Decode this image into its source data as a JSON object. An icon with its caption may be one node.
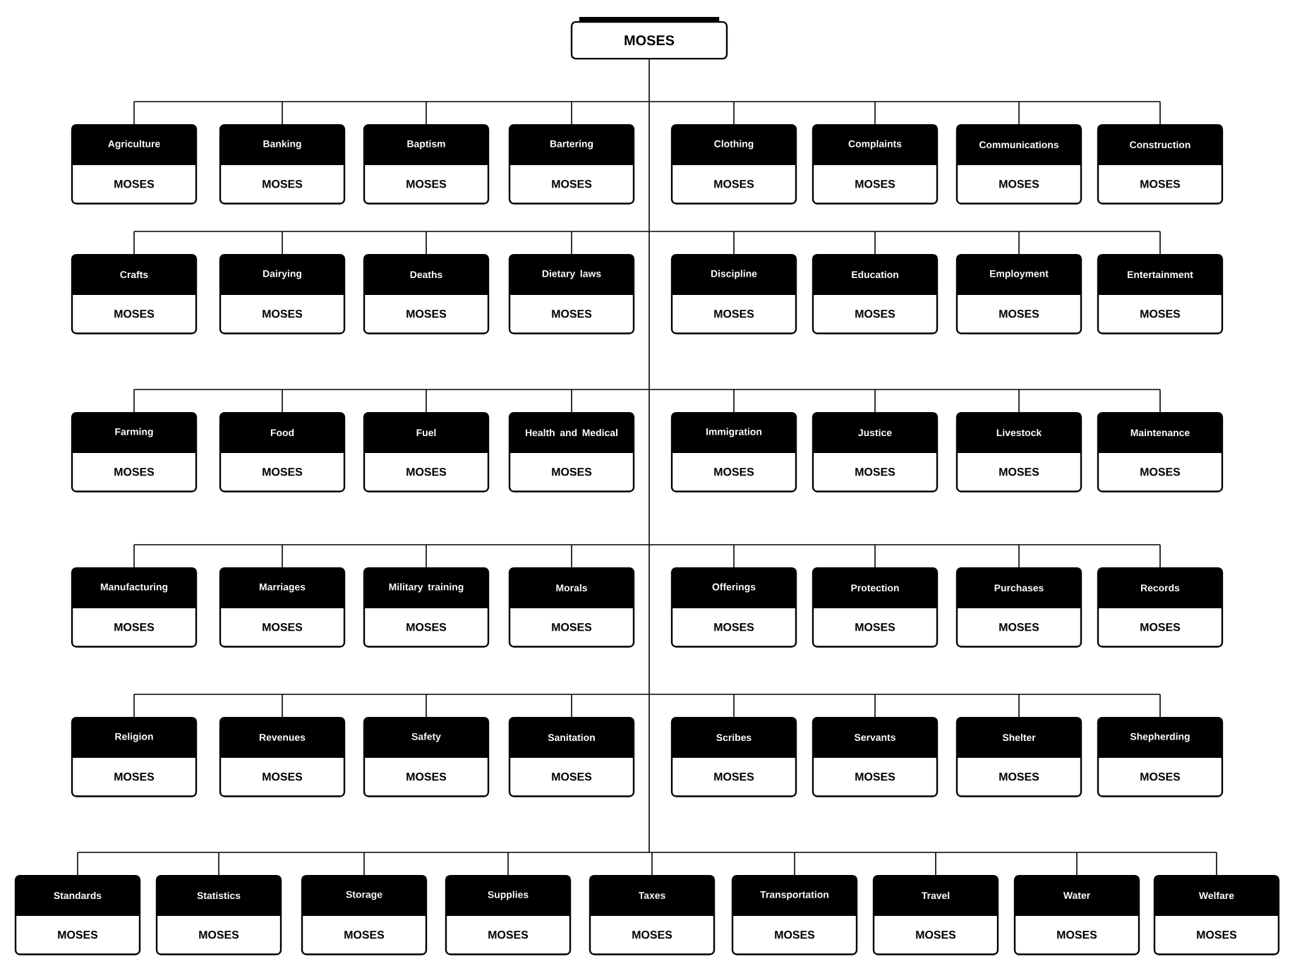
{
  "diagram": {
    "nodes": [
      {
        "text": [
          "MOSES"
        ]
      },
      {
        "text": [
          "Agriculture",
          "MOSES"
        ]
      },
      {
        "text": [
          "Banking",
          "MOSES"
        ]
      },
      {
        "text": [
          "Baptism",
          "MOSES"
        ]
      },
      {
        "text": [
          "Bartering",
          "MOSES"
        ]
      },
      {
        "text": [
          "Clothing",
          "MOSES"
        ]
      },
      {
        "text": [
          "Complaints",
          "MOSES"
        ]
      },
      {
        "text": [
          "Communications",
          "MOSES"
        ]
      },
      {
        "text": [
          "Construction",
          "MOSES"
        ]
      },
      {
        "text": [
          "Crafts",
          "MOSES"
        ]
      },
      {
        "text": [
          "Dairying",
          "MOSES"
        ]
      },
      {
        "text": [
          "Deaths",
          "MOSES"
        ]
      },
      {
        "text": [
          "Dietary laws",
          "MOSES"
        ]
      },
      {
        "text": [
          "Discipline",
          "MOSES"
        ]
      },
      {
        "text": [
          "Education",
          "MOSES"
        ]
      },
      {
        "text": [
          "Employment",
          "MOSES"
        ]
      },
      {
        "text": [
          "Entertainment",
          "MOSES"
        ]
      },
      {
        "text": [
          "Farming",
          "MOSES"
        ]
      },
      {
        "text": [
          "Food",
          "MOSES"
        ]
      },
      {
        "text": [
          "Fuel",
          "MOSES"
        ]
      },
      {
        "text": [
          "Health and Medical",
          "MOSES"
        ]
      },
      {
        "text": [
          "Immigration",
          "MOSES"
        ]
      },
      {
        "text": [
          "Justice",
          "MOSES"
        ]
      },
      {
        "text": [
          "Livestock",
          "MOSES"
        ]
      },
      {
        "text": [
          "Maintenance",
          "MOSES"
        ]
      },
      {
        "text": [
          "Manufacturing",
          "MOSES"
        ]
      },
      {
        "text": [
          "Marriages",
          "MOSES"
        ]
      },
      {
        "text": [
          "Military training",
          "MOSES"
        ]
      },
      {
        "text": [
          "Morals",
          "MOSES"
        ]
      },
      {
        "text": [
          "Offerings",
          "MOSES"
        ]
      },
      {
        "text": [
          "Protection",
          "MOSES"
        ]
      },
      {
        "text": [
          "Purchases",
          "MOSES"
        ]
      },
      {
        "text": [
          "Records",
          "MOSES"
        ]
      },
      {
        "text": [
          "Religion",
          "MOSES"
        ]
      },
      {
        "text": [
          "Revenues",
          "MOSES"
        ]
      },
      {
        "text": [
          "Safety",
          "MOSES"
        ]
      },
      {
        "text": [
          "Sanitation",
          "MOSES"
        ]
      },
      {
        "text": [
          "Scribes",
          "MOSES"
        ]
      },
      {
        "text": [
          "Servants",
          "MOSES"
        ]
      },
      {
        "text": [
          "Shelter",
          "MOSES"
        ]
      },
      {
        "text": [
          "Shepherding",
          "MOSES"
        ]
      },
      {
        "text": [
          "Standards",
          "MOSES"
        ]
      },
      {
        "text": [
          "Statistics",
          "MOSES"
        ]
      },
      {
        "text": [
          "Storage",
          "MOSES"
        ]
      },
      {
        "text": [
          "Supplies",
          "MOSES"
        ]
      },
      {
        "text": [
          "Taxes",
          "MOSES"
        ]
      },
      {
        "text": [
          "Transportation",
          "MOSES"
        ]
      },
      {
        "text": [
          "Travel",
          "MOSES"
        ]
      },
      {
        "text": [
          "Water",
          "MOSES"
        ]
      },
      {
        "text": [
          "Welfare",
          "MOSES"
        ]
      }
    ],
    "edges": [
      {
        "from": 0,
        "to": 1,
        "arrow": "none"
      },
      {
        "from": 0,
        "to": 2,
        "arrow": "none"
      },
      {
        "from": 0,
        "to": 3,
        "arrow": "none"
      },
      {
        "from": 0,
        "to": 4,
        "arrow": "none"
      },
      {
        "from": 0,
        "to": 5,
        "arrow": "none"
      },
      {
        "from": 0,
        "to": 6,
        "arrow": "none"
      },
      {
        "from": 0,
        "to": 7,
        "arrow": "none"
      },
      {
        "from": 0,
        "to": 8,
        "arrow": "none"
      },
      {
        "from": 0,
        "to": 9,
        "arrow": "none"
      },
      {
        "from": 0,
        "to": 10,
        "arrow": "none"
      },
      {
        "from": 0,
        "to": 11,
        "arrow": "none"
      },
      {
        "from": 0,
        "to": 12,
        "arrow": "none"
      },
      {
        "from": 0,
        "to": 13,
        "arrow": "none"
      },
      {
        "from": 0,
        "to": 14,
        "arrow": "none"
      },
      {
        "from": 0,
        "to": 15,
        "arrow": "none"
      },
      {
        "from": 0,
        "to": 16,
        "arrow": "none"
      },
      {
        "from": 0,
        "to": 17,
        "arrow": "none"
      },
      {
        "from": 0,
        "to": 18,
        "arrow": "none"
      },
      {
        "from": 0,
        "to": 19,
        "arrow": "none"
      },
      {
        "from": 0,
        "to": 20,
        "arrow": "none"
      },
      {
        "from": 0,
        "to": 21,
        "arrow": "none"
      },
      {
        "from": 0,
        "to": 22,
        "arrow": "none"
      },
      {
        "from": 0,
        "to": 23,
        "arrow": "none"
      },
      {
        "from": 0,
        "to": 24,
        "arrow": "none"
      },
      {
        "from": 0,
        "to": 25,
        "arrow": "none"
      },
      {
        "from": 0,
        "to": 26,
        "arrow": "none"
      },
      {
        "from": 0,
        "to": 27,
        "arrow": "none"
      },
      {
        "from": 0,
        "to": 28,
        "arrow": "none"
      },
      {
        "from": 0,
        "to": 29,
        "arrow": "none"
      },
      {
        "from": 0,
        "to": 30,
        "arrow": "none"
      },
      {
        "from": 0,
        "to": 31,
        "arrow": "none"
      },
      {
        "from": 0,
        "to": 32,
        "arrow": "none"
      },
      {
        "from": 0,
        "to": 33,
        "arrow": "none"
      },
      {
        "from": 0,
        "to": 34,
        "arrow": "none"
      },
      {
        "from": 0,
        "to": 35,
        "arrow": "none"
      },
      {
        "from": 0,
        "to": 36,
        "arrow": "none"
      },
      {
        "from": 0,
        "to": 37,
        "arrow": "none"
      },
      {
        "from": 0,
        "to": 38,
        "arrow": "none"
      },
      {
        "from": 0,
        "to": 39,
        "arrow": "none"
      },
      {
        "from": 0,
        "to": 40,
        "arrow": "none"
      },
      {
        "from": 0,
        "to": 41,
        "arrow": "none"
      },
      {
        "from": 0,
        "to": 42,
        "arrow": "none"
      },
      {
        "from": 0,
        "to": 43,
        "arrow": "none"
      },
      {
        "from": 0,
        "to": 44,
        "arrow": "none"
      },
      {
        "from": 0,
        "to": 45,
        "arrow": "none"
      },
      {
        "from": 0,
        "to": 46,
        "arrow": "none"
      },
      {
        "from": 0,
        "to": 47,
        "arrow": "none"
      },
      {
        "from": 0,
        "to": 48,
        "arrow": "none"
      },
      {
        "from": 0,
        "to": 49,
        "arrow": "none"
      }
    ]
  }
}
